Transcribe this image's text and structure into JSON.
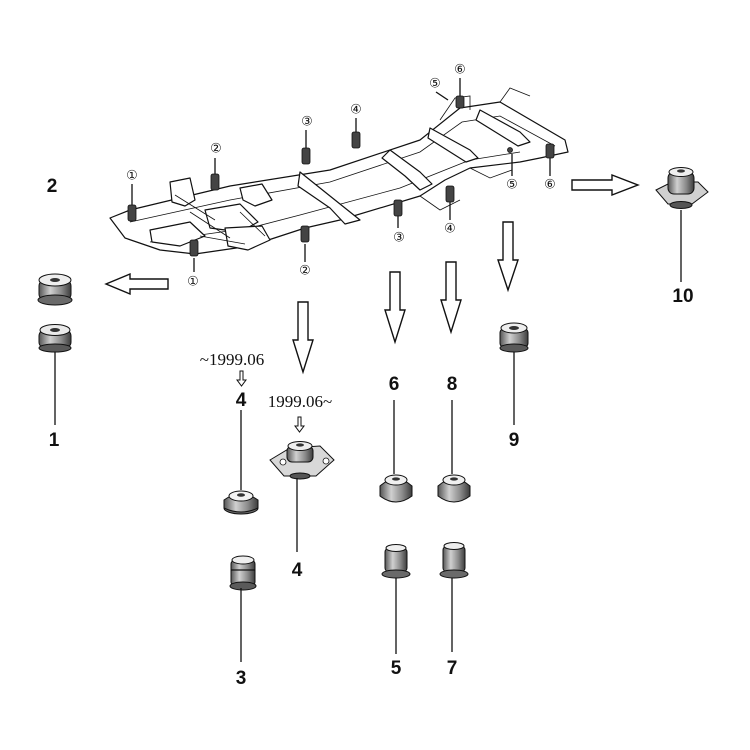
{
  "parts": [
    {
      "number": "1"
    },
    {
      "number": "2"
    },
    {
      "number": "3"
    },
    {
      "number": "4"
    },
    {
      "number": "4"
    },
    {
      "number": "5"
    },
    {
      "number": "6"
    },
    {
      "number": "7"
    },
    {
      "number": "8"
    },
    {
      "number": "9"
    },
    {
      "number": "10"
    }
  ],
  "date_labels": {
    "before": "~1999.06",
    "after": "1999.06~"
  },
  "position_markers": [
    "①",
    "②",
    "③",
    "④",
    "⑤",
    "⑥",
    "①",
    "②",
    "③",
    "④",
    "⑤",
    "⑥"
  ]
}
